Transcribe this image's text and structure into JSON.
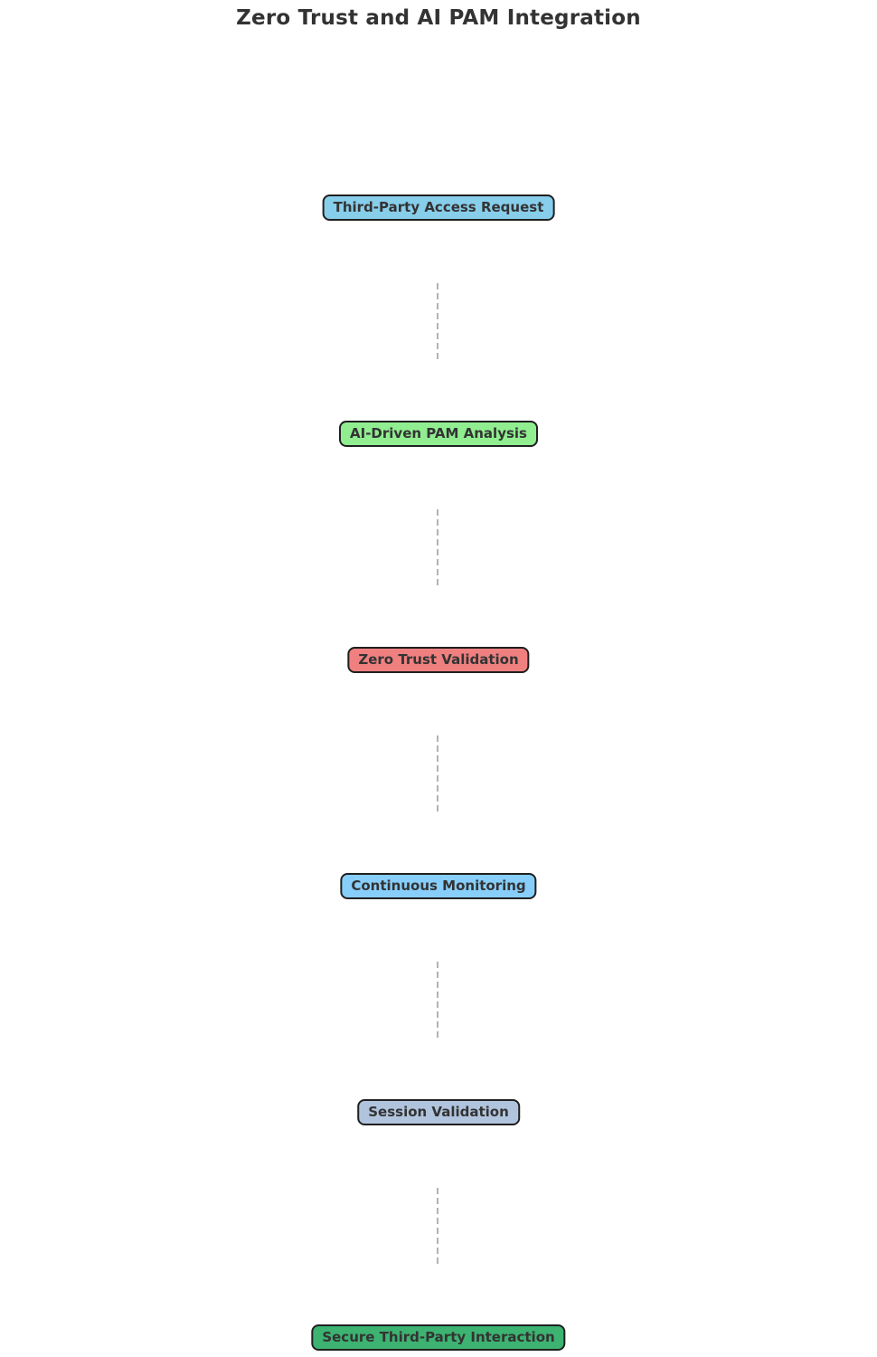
{
  "title": "Zero Trust and AI PAM Integration",
  "colors": {
    "background": "#ffffff",
    "node_border": "#1f1f1f",
    "node_text": "#333333",
    "connector": "#b3b3b3"
  },
  "flow": {
    "direction": "top-to-bottom",
    "connector_style": "dashed",
    "nodes": [
      {
        "id": "third-party-access-request",
        "label": "Third-Party Access Request",
        "fill": "#87CEEB"
      },
      {
        "id": "ai-driven-pam-analysis",
        "label": "AI-Driven PAM Analysis",
        "fill": "#90EE90"
      },
      {
        "id": "zero-trust-validation",
        "label": "Zero Trust Validation",
        "fill": "#F08080"
      },
      {
        "id": "continuous-monitoring",
        "label": "Continuous Monitoring",
        "fill": "#87CEFA"
      },
      {
        "id": "session-validation",
        "label": "Session Validation",
        "fill": "#B0C4DE"
      },
      {
        "id": "secure-third-party-interaction",
        "label": "Secure Third-Party Interaction",
        "fill": "#3CB371"
      }
    ],
    "edges": [
      {
        "from": "third-party-access-request",
        "to": "ai-driven-pam-analysis",
        "style": "dashed"
      },
      {
        "from": "ai-driven-pam-analysis",
        "to": "zero-trust-validation",
        "style": "dashed"
      },
      {
        "from": "zero-trust-validation",
        "to": "continuous-monitoring",
        "style": "dashed"
      },
      {
        "from": "continuous-monitoring",
        "to": "session-validation",
        "style": "dashed"
      },
      {
        "from": "session-validation",
        "to": "secure-third-party-interaction",
        "style": "dashed"
      }
    ]
  }
}
